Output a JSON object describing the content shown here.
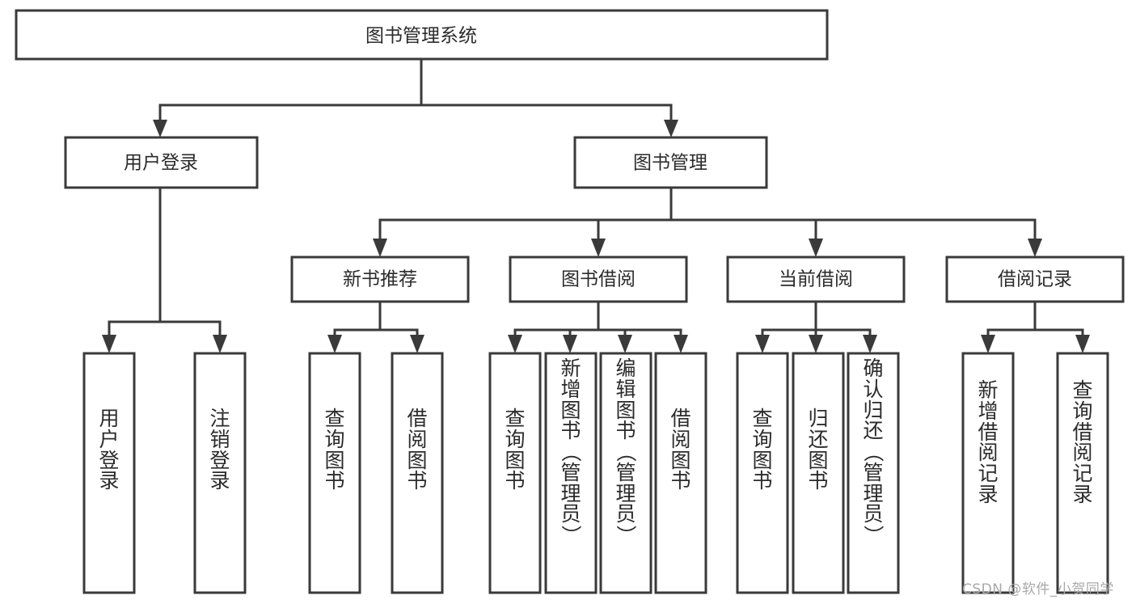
{
  "diagram": {
    "title": "图书管理系统",
    "type": "tree-hierarchy",
    "watermark": "CSDN @软件_小贺同学",
    "colors": {
      "box_stroke": "#3a3a3a",
      "box_fill": "#ffffff",
      "text": "#2b2b2b",
      "background": "#ffffff",
      "watermark": "#a8a8a8"
    },
    "root": {
      "label": "图书管理系统"
    },
    "level2": [
      {
        "label": "用户登录"
      },
      {
        "label": "图书管理"
      }
    ],
    "level3": [
      {
        "label": "新书推荐"
      },
      {
        "label": "图书借阅"
      },
      {
        "label": "当前借阅"
      },
      {
        "label": "借阅记录"
      }
    ],
    "leaves": {
      "user_login": [
        {
          "label": "用户登录"
        },
        {
          "label": "注销登录"
        }
      ],
      "new_book_recommend": [
        {
          "label": "查询图书"
        },
        {
          "label": "借阅图书"
        }
      ],
      "book_borrow": [
        {
          "label": "查询图书"
        },
        {
          "label": "新增图书（管理员）"
        },
        {
          "label": "编辑图书（管理员）"
        },
        {
          "label": "借阅图书"
        }
      ],
      "current_borrow": [
        {
          "label": "查询图书"
        },
        {
          "label": "归还图书"
        },
        {
          "label": "确认归还（管理员）"
        }
      ],
      "borrow_record": [
        {
          "label": "新增借阅记录"
        },
        {
          "label": "查询借阅记录"
        }
      ]
    }
  }
}
